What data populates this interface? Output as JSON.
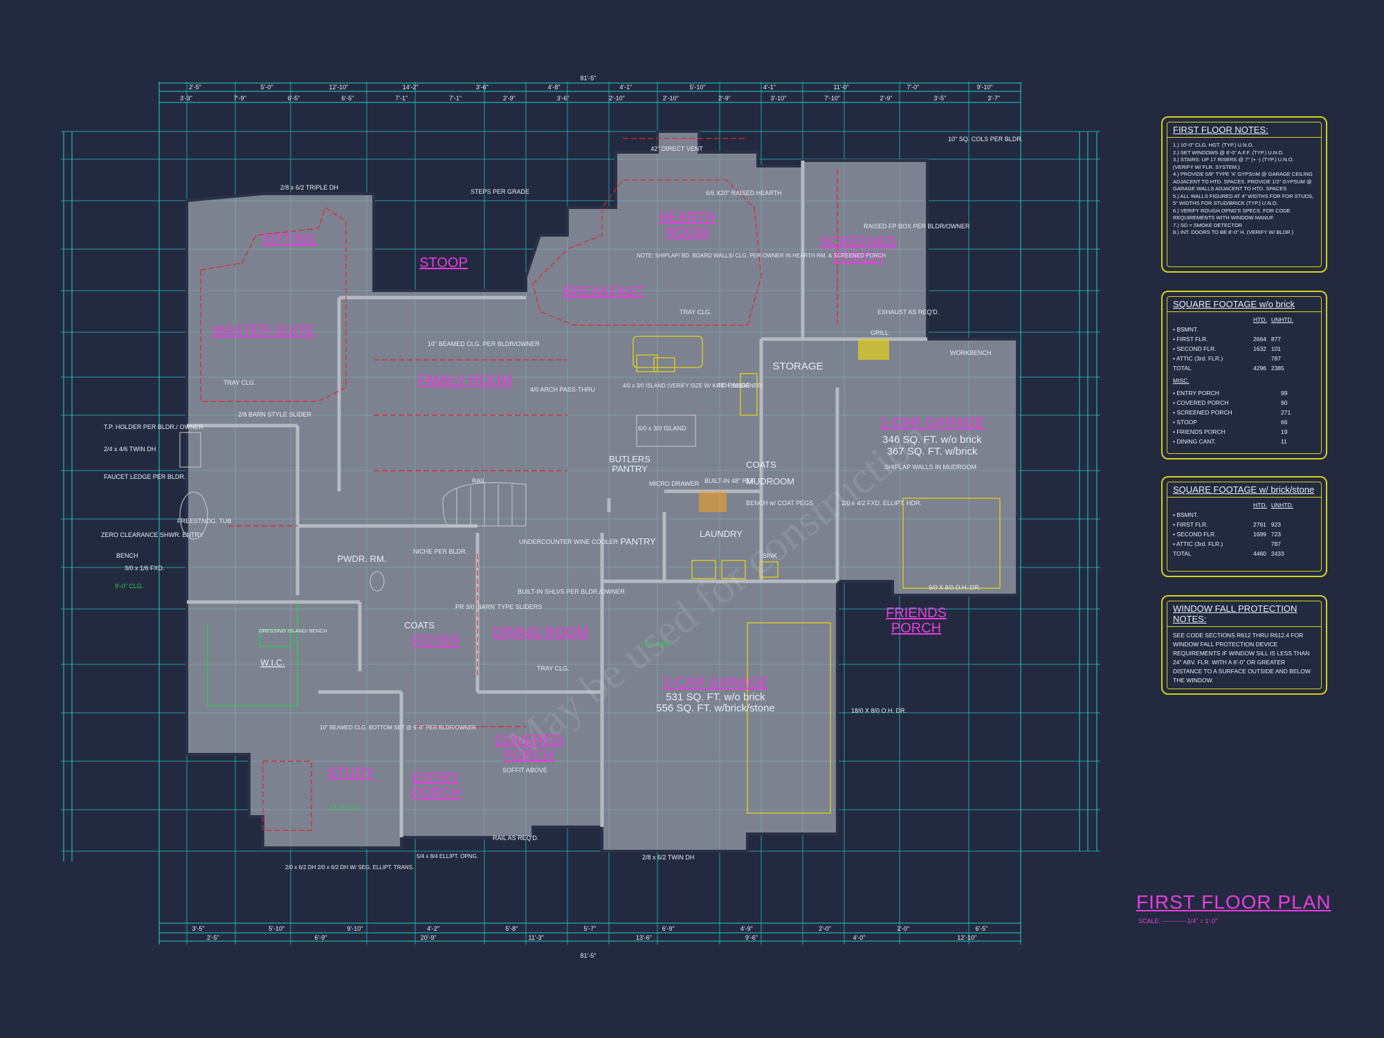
{
  "plan": {
    "title": "FIRST FLOOR PLAN",
    "scale_label": "SCALE: ------------1/4\" = 1'-0\"",
    "overall_dimension": "81'-5\"",
    "watermark_text": "May be used for construction"
  },
  "rooms": [
    {
      "id": "sitting",
      "label": "SITTING"
    },
    {
      "id": "stoop",
      "label": "STOOP"
    },
    {
      "id": "hearth-room",
      "label": "HEARTH ROOM"
    },
    {
      "id": "screened-porch",
      "label": "SCREENED PORCH"
    },
    {
      "id": "breakfast",
      "label": "BREAKFAST"
    },
    {
      "id": "master-suite",
      "label": "MASTER SUITE"
    },
    {
      "id": "family-room",
      "label": "FAMILY ROOM"
    },
    {
      "id": "storage",
      "label": "STORAGE"
    },
    {
      "id": "1-car-garage",
      "label": "1-CAR GARAGE"
    },
    {
      "id": "butlers-pantry",
      "label": "BUTLERS PANTRY"
    },
    {
      "id": "coats-1",
      "label": "COATS"
    },
    {
      "id": "mudroom",
      "label": "MUDROOM"
    },
    {
      "id": "laundry",
      "label": "LAUNDRY"
    },
    {
      "id": "pantry",
      "label": "PANTRY"
    },
    {
      "id": "pwdr-rm",
      "label": "PWDR. RM."
    },
    {
      "id": "coats-2",
      "label": "COATS"
    },
    {
      "id": "foyer",
      "label": "FOYER"
    },
    {
      "id": "dining-room",
      "label": "DINING ROOM"
    },
    {
      "id": "friends-porch",
      "label": "FRIENDS PORCH"
    },
    {
      "id": "wic",
      "label": "W.I.C."
    },
    {
      "id": "2-car-garage",
      "label": "2-CAR GARAGE"
    },
    {
      "id": "covered-porch",
      "label": "COVERED PORCH"
    },
    {
      "id": "study",
      "label": "STUDY"
    },
    {
      "id": "entry-porch",
      "label": "ENTRY PORCH"
    }
  ],
  "garage_areas": {
    "one_car_line1": "346 SQ. FT. w/o brick",
    "one_car_line2": "367 SQ. FT. w/brick",
    "two_car_line1": "531 SQ. FT. w/o brick",
    "two_car_line2": "556 SQ. FT. w/brick/stone"
  },
  "notes": {
    "triple_dh": "2/8 x 6/2 TRIPLE DH",
    "steps": "STEPS PER GRADE",
    "raised_hearth": "6/6 X20\" RAISED HEARTH",
    "direct_vent_top": "42\" DIRECT VENT",
    "sq_cols": "10\" SQ. COLS PER BLDR.",
    "raised_fp": "RAISED FP BOX PER BLDR/OWNER",
    "exhaust": "EXHAUST AS REQ'D.",
    "grill": "GRILL",
    "workbench": "WORKBENCH",
    "shiplap_note": "NOTE: SHIPLAP/ BD. BOARD WALLS/ CLG. PER OWNER IN HEARTH RM. & SCREENED PORCH",
    "tray_clg_1": "TRAY CLG.",
    "tray_clg_2": "TRAY CLG.",
    "tray_clg_3": "TRAY CLG.",
    "beamed_clg": "10\" BEAMED CLG. PER BLDR/OWNER",
    "island_1": "4/0 x 3/0 ISLAND (VERIFY SIZE W/ KITCH. DESIGNER)",
    "island_2": "6/0 x 3/0 ISLAND",
    "arch_pass": "4/0 ARCH PASS-THRU",
    "range": "48\" RANGE",
    "built_in": "BUILT-IN 48\" REF.",
    "micro": "MICRO DRAWER",
    "shiplap_mud": "SHIPLAP WALLS IN MUDROOM",
    "bench": "BENCH w/ COAT PEGS",
    "sink": "SINK",
    "ellipt": "2/0 x 4/2 FXD. ELLIPT. HDR.",
    "oh_dr_1": "9/0 X 8/0 O.H. DR.",
    "oh_dr_2": "18/0 X 8/0 O.H. DR.",
    "tp_holder": "T.P. HOLDER PER BLDR./ OWNER",
    "faucet": "FAUCET LEDGE PER BLDR.",
    "twin_dh": "2/4 x 4/6 TWIN DH",
    "freestanding": "FREESTNDG. TUB",
    "zero_clear": "ZERO CLEARANCE SHWR. ENTRY",
    "bench_2": "BENCH",
    "fxd": "3/0 x 1/6 FXD.",
    "clg_9": "9'-0\" CLG.",
    "barn_slider": "2/8 BARN STYLE SLIDER",
    "niche": "NICHE PER BLDR.",
    "barn_sliders": "PR 3/0 'BARN' TYPE SLIDERS",
    "undercounter": "UNDERCOUNTER WINE COOLER",
    "built_in_shlvs": "BUILT-IN SHLVS PER BLDR./OWNER",
    "cant": "1'-4\" CANT.",
    "dressing": "DRESSING ISLAND/ BENCH",
    "beamed_study": "10\" BEAMED CLG. BOTTOM SET @ 9'-6\" PER BLDR/OWNER",
    "study_clg": "12'-0\" CLG.",
    "soffit": "SOFFIT ABOVE",
    "rail_req": "RAIL AS REQ'D.",
    "twin_dh_bottom": "2/8 x 6/2 TWIN DH",
    "seg_ellipt": "2/0 x 6/2 DH 2/0 x 6/2 DH W/ SEG. ELLIPT. TRANS.",
    "ellipt_opng": "5/4 x 8/4 ELLIPT. OPNG.",
    "rail": "RAIL"
  },
  "dimensions": {
    "top_row1": [
      "2'-5\"",
      "5'-0\"",
      "12'-10\"",
      "14'-2\"",
      "3'-6\"",
      "4'-8\"",
      "4'-1\"",
      "5'-10\"",
      "4'-1\"",
      "11'-0\"",
      "7'-0\"",
      "9'-10\""
    ],
    "top_row2": [
      "3'-3\"",
      "7'-9\"",
      "6'-5\"",
      "6'-5\"",
      "7'-1\"",
      "7'-1\"",
      "2'-9\"",
      "3'-6\"",
      "2'-10\"",
      "2'-10\"",
      "2'-9\"",
      "3'-10\"",
      "7'-10\"",
      "2'-9\"",
      "3'-5\"",
      "3'-7\""
    ],
    "bottom_row1": [
      "3'-5\"",
      "5'-10\"",
      "9'-10\"",
      "4'-2\"",
      "5'-8\"",
      "5'-7\"",
      "6'-9\"",
      "4'-9\"",
      "2'-0\"",
      "2'-0\"",
      "6'-5\""
    ],
    "bottom_row2": [
      "2'-5\"",
      "6'-9\"",
      "20'-9\"",
      "11'-3\"",
      "13'-6\"",
      "9'-6\"",
      "4'-0\"",
      "12'-10\""
    ]
  },
  "panels": {
    "notes": {
      "title": "FIRST FLOOR NOTES:",
      "items": [
        "1.) 10'-0\" CLG. HGT. (TYP.) U.N.O.",
        "2.) SET WINDOWS @ 8'-0\" A.F.F. (TYP.) U.N.O.",
        "3.) STAIRS: UP 17 RISERS @ 7\" (+ -) (TYP.) U.N.O. (VERIFY W/ FLR. SYSTEM.)",
        "4.) PROVIDE 5/8\" TYPE 'X' GYPSUM @ GARAGE CEILING ADJACENT TO HTD. SPACES. PROVIDE 1/2\" GYPSUM @ GARAGE WALLS ADJACENT TO HTD. SPACES",
        "5.) ALL WALLS FIGURED AT 4\" WIDTHS FOR FOR STUDS, 5\" WIDTHS FOR STUD/BRICK (TYP.) U.N.O.",
        "6.) VERIFY ROUGH OPNG'S SPECS. FOR CODE REQUIREMENTS WITH WINDOW MANUF.",
        "7.) SD = SMOKE DETECTOR",
        "8.) INT. DOORS TO BE 8'-0\" H. (VERIFY W/ BLDR.)"
      ]
    },
    "sqft_no_brick": {
      "title": "SQUARE FOOTAGE w/o brick",
      "col_htd": "HTD.",
      "col_unhtd": "UNHTD.",
      "rows": [
        {
          "label": "• BSMNT.",
          "htd": "",
          "unhtd": ""
        },
        {
          "label": "• FIRST FLR.",
          "htd": "2664",
          "unhtd": "877"
        },
        {
          "label": "• SECOND FLR.",
          "htd": "1632",
          "unhtd": "101"
        },
        {
          "label": "• ATTIC (3rd. FLR.)",
          "htd": "",
          "unhtd": "787"
        },
        {
          "label": "TOTAL",
          "htd": "4296",
          "unhtd": "2385"
        }
      ],
      "misc_title": "MISC.",
      "misc": [
        {
          "label": "• ENTRY PORCH",
          "val": "99"
        },
        {
          "label": "• COVERED PORCH",
          "val": "90"
        },
        {
          "label": "• SCREENED PORCH",
          "val": "271"
        },
        {
          "label": "• STOOP",
          "val": "66"
        },
        {
          "label": "• FRIENDS PORCH",
          "val": "19"
        },
        {
          "label": "• DINING CANT.",
          "val": "11"
        }
      ]
    },
    "sqft_brick": {
      "title": "SQUARE FOOTAGE w/ brick/stone",
      "col_htd": "HTD.",
      "col_unhtd": "UNHTD.",
      "rows": [
        {
          "label": "• BSMNT.",
          "htd": "",
          "unhtd": ""
        },
        {
          "label": "• FIRST FLR.",
          "htd": "2761",
          "unhtd": "923"
        },
        {
          "label": "• SECOND FLR.",
          "htd": "1699",
          "unhtd": "723"
        },
        {
          "label": "• ATTIC (3rd. FLR.)",
          "htd": "",
          "unhtd": "787"
        },
        {
          "label": "TOTAL",
          "htd": "4460",
          "unhtd": "2433"
        }
      ]
    },
    "fall": {
      "title": "WINDOW FALL PROTECTION NOTES:",
      "text": "SEE CODE SECTIONS R612 THRU R612.4 FOR WINDOW FALL PROTECTION DEVICE REQUIREMENTS IF WINDOW SILL IS LESS THAN 24\" ABV. FLR. WITH A 6'-0\" OR GREATER DISTANCE TO A SURFACE OUTSIDE AND BELOW THE WINDOW."
    }
  }
}
